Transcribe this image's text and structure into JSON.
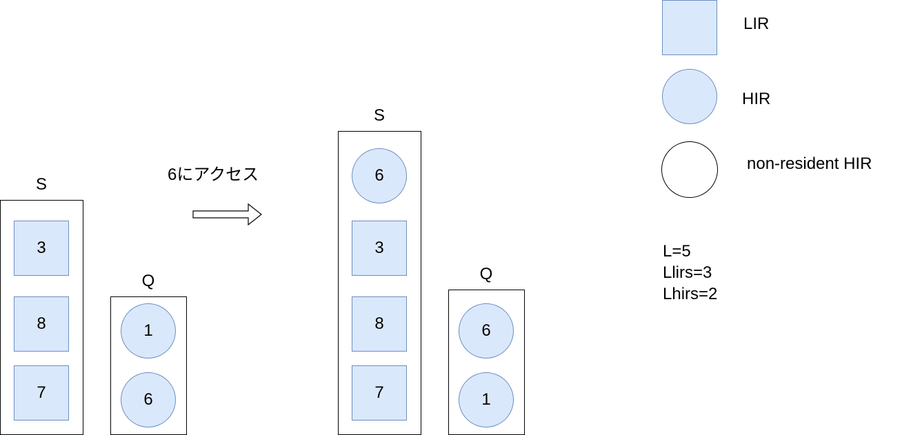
{
  "before": {
    "s_label": "S",
    "q_label": "Q",
    "s_items": [
      "3",
      "8",
      "7"
    ],
    "q_items": [
      "1",
      "6"
    ]
  },
  "arrow_label": "6にアクセス",
  "after": {
    "s_label": "S",
    "q_label": "Q",
    "s_hir_top": "6",
    "s_items": [
      "3",
      "8",
      "7"
    ],
    "q_items": [
      "6",
      "1"
    ]
  },
  "legend": {
    "lir": "LIR",
    "hir": "HIR",
    "non_resident": "non-resident HIR"
  },
  "params": {
    "l": "L=5",
    "llirs": "Llirs=3",
    "lhirs": "Lhirs=2"
  },
  "colors": {
    "fill": "#dae8fc",
    "stroke": "#6c8ebf"
  }
}
